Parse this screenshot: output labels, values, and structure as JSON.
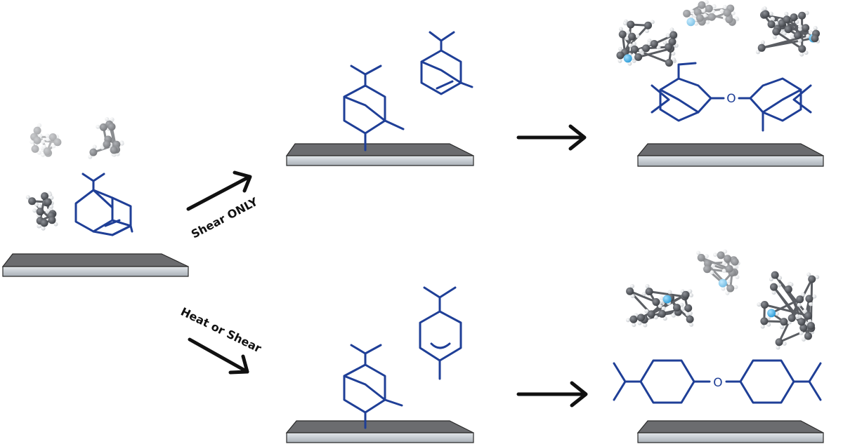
{
  "labels": {
    "shear_only": "Shear ONLY",
    "heat_or_shear": "Heat or Shear"
  },
  "oxygen": {
    "top": "O",
    "bottom": "O"
  },
  "colors": {
    "structure": "#1f3f97",
    "arrow": "#111111",
    "substrate_top": "#6e6e70",
    "substrate_edge": "#c9ced3",
    "atom_carbon": "#4a4d52",
    "atom_hydrogen": "#e8eaec",
    "atom_oxygen": "#3fb1ea"
  }
}
